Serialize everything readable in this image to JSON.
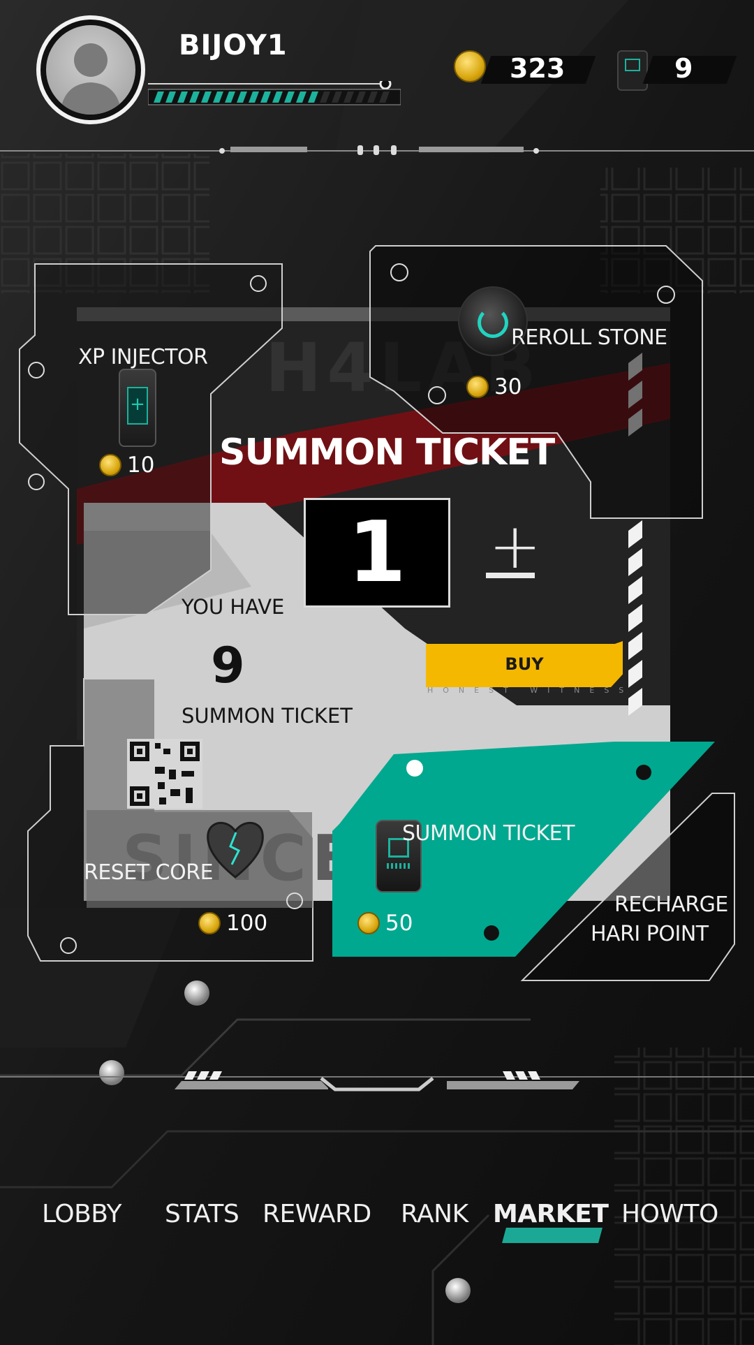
{
  "profile": {
    "username": "BIJOY1",
    "xp_progress": 0.72
  },
  "currency": {
    "coins": "323",
    "tickets": "9",
    "coin_icon": "coin-icon",
    "ticket_icon": "ticket-icon"
  },
  "market": {
    "xp_injector": {
      "label": "XP INJECTOR",
      "price": "10"
    },
    "reroll_stone": {
      "label": "REROLL STONE",
      "price": "30"
    },
    "summon_ticket": {
      "label": "SUMMON TICKET",
      "price": "50"
    },
    "reset_core": {
      "label": "RESET CORE",
      "price": "100"
    },
    "recharge": {
      "line1": "RECHARGE",
      "line2": "HARI POINT"
    }
  },
  "purchase": {
    "title": "SUMMON TICKET",
    "quantity": "1",
    "plus_label": "+",
    "buy_label": "BUY",
    "tagline": "HONEST WITNESS",
    "you_have_label": "YOU HAVE",
    "owned_count": "9",
    "owned_item_label": "SUMMON TICKET"
  },
  "nav": {
    "tabs": [
      {
        "label": "LOBBY"
      },
      {
        "label": "STATS"
      },
      {
        "label": "REWARD"
      },
      {
        "label": "RANK"
      },
      {
        "label": "MARKET",
        "active": true
      },
      {
        "label": "HOWTO"
      }
    ]
  },
  "colors": {
    "accent_teal": "#1cb29d",
    "buy_yellow": "#f5b800",
    "poster_red": "#7a0e13"
  }
}
